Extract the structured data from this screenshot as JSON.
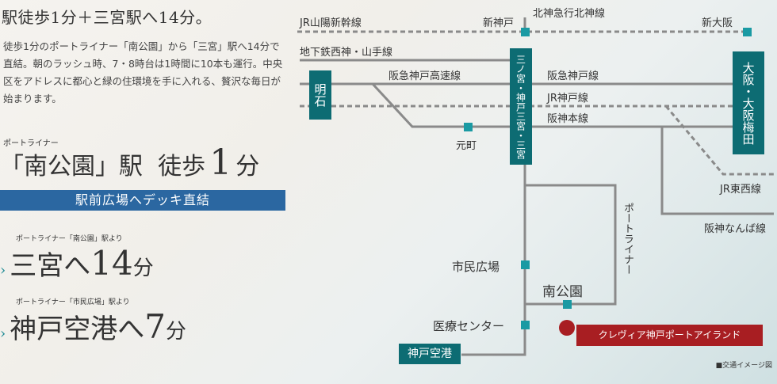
{
  "headline": "駅徒歩1分＋三宮駅へ14分。",
  "intro": "徒歩1分のポートライナー「南公園」から「三宮」駅へ14分で直結。朝のラッシュ時、7・8時台は1時間に10本も運行。中央区をアドレスに都心と緑の住環境を手に入れる、贅沢な毎日が始まります。",
  "left": {
    "portliner_label": "ポートライナー",
    "minami_station": "「南公園」駅",
    "walk": "徒歩",
    "walk_minutes": "1",
    "walk_unit": "分",
    "deck_banner": "駅前広場へデッキ直結",
    "sannomiya_note": "ポートライナー「南公園」駅より",
    "sannomiya_text": "三宮へ",
    "sannomiya_minutes": "14",
    "sannomiya_unit": "分",
    "airport_note": "ポートライナー「市民広場」駅より",
    "airport_text": "神戸空港へ",
    "airport_minutes": "7",
    "airport_unit": "分"
  },
  "map": {
    "lines": {
      "jr_sanyo_shinkansen": "JR山陽新幹線",
      "hokushin": "北神急行北神線",
      "subway_seishin": "地下鉄西神・山手線",
      "hankyu_kobe_kosoku": "阪急神戸高速線",
      "hankyu_kobe": "阪急神戸線",
      "jr_kobe": "JR神戸線",
      "hanshin_main": "阪神本線",
      "jr_tozai": "JR東西線",
      "hanshin_namba": "阪神なんば線",
      "portliner": "ポートライナー"
    },
    "stations": {
      "shin_kobe": "新神戸",
      "shin_osaka": "新大阪",
      "akashi": "明石",
      "motomachi": "元町",
      "sannomiya": "三ノ宮・神戸三宮・三宮",
      "osaka_umeda": "大阪・大阪梅田",
      "shimin_hiroba": "市民広場",
      "minami_koen": "南公園",
      "iryo_center": "医療センター",
      "kobe_airport": "神戸空港"
    },
    "property": "クレヴィア神戸ポートアイランド",
    "note": "■交通イメージ図"
  },
  "colors": {
    "station_teal": "#0d6c73",
    "station_marker": "#1a9aa3",
    "banner_blue": "#2b67a1",
    "property_red": "#a81e22",
    "line_gray": "#8a8a8a"
  }
}
